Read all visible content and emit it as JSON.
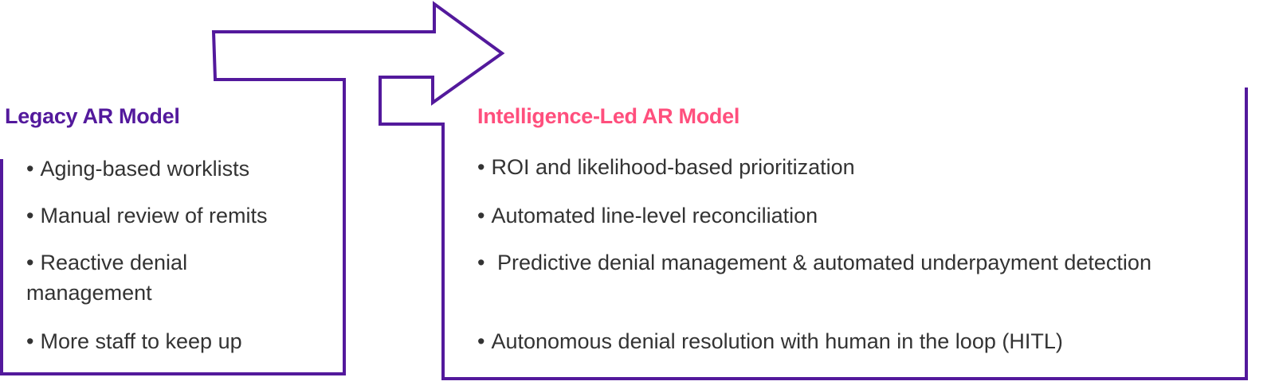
{
  "colors": {
    "outline": "#53199c",
    "legacy_heading": "#53199c",
    "intelligence_heading": "#ff4f7d",
    "text": "#333333"
  },
  "legacy": {
    "title": "Legacy AR Model",
    "items": [
      "Aging-based worklists",
      "Manual review of remits",
      "Reactive denial management",
      "More staff to keep up"
    ]
  },
  "intelligence": {
    "title": "Intelligence-Led AR Model",
    "items": [
      "ROI and likelihood-based prioritization",
      "Automated line-level reconciliation",
      " Predictive denial management & automated underpayment detection",
      "Autonomous denial resolution with human in the loop (HITL)"
    ]
  },
  "bullet": "•"
}
